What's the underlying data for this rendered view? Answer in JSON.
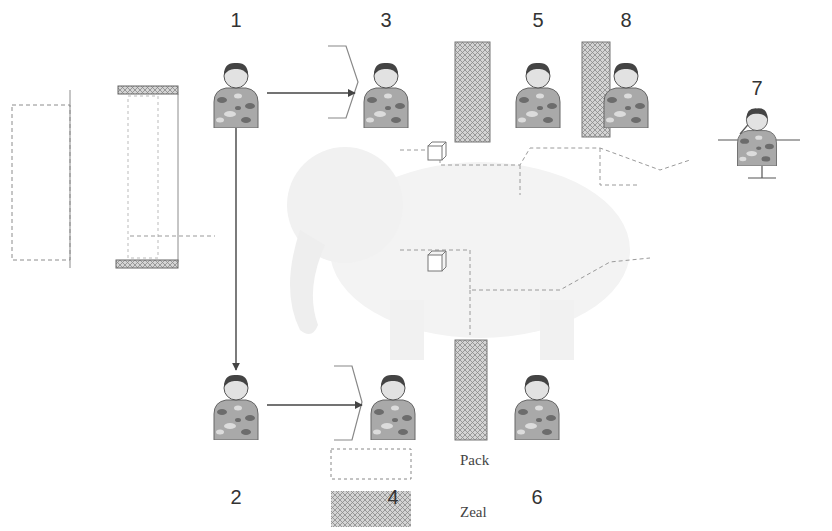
{
  "diagram": {
    "nodes": [
      {
        "text": [
          "1"
        ]
      },
      {
        "text": [
          "3"
        ]
      },
      {
        "text": [
          "5"
        ]
      },
      {
        "text": [
          "8"
        ]
      },
      {
        "text": [
          "7"
        ]
      },
      {
        "text": [
          "2"
        ]
      },
      {
        "text": [
          "4"
        ]
      },
      {
        "text": [
          "6"
        ]
      }
    ],
    "edges": [
      {
        "from": 0,
        "to": 1,
        "arrow": "to"
      },
      {
        "from": 5,
        "to": 6,
        "arrow": "to"
      },
      {
        "from": 0,
        "to": 5,
        "arrow": "to"
      }
    ],
    "legend": [
      {
        "text": "Pack"
      },
      {
        "text": "Zeal"
      }
    ]
  }
}
